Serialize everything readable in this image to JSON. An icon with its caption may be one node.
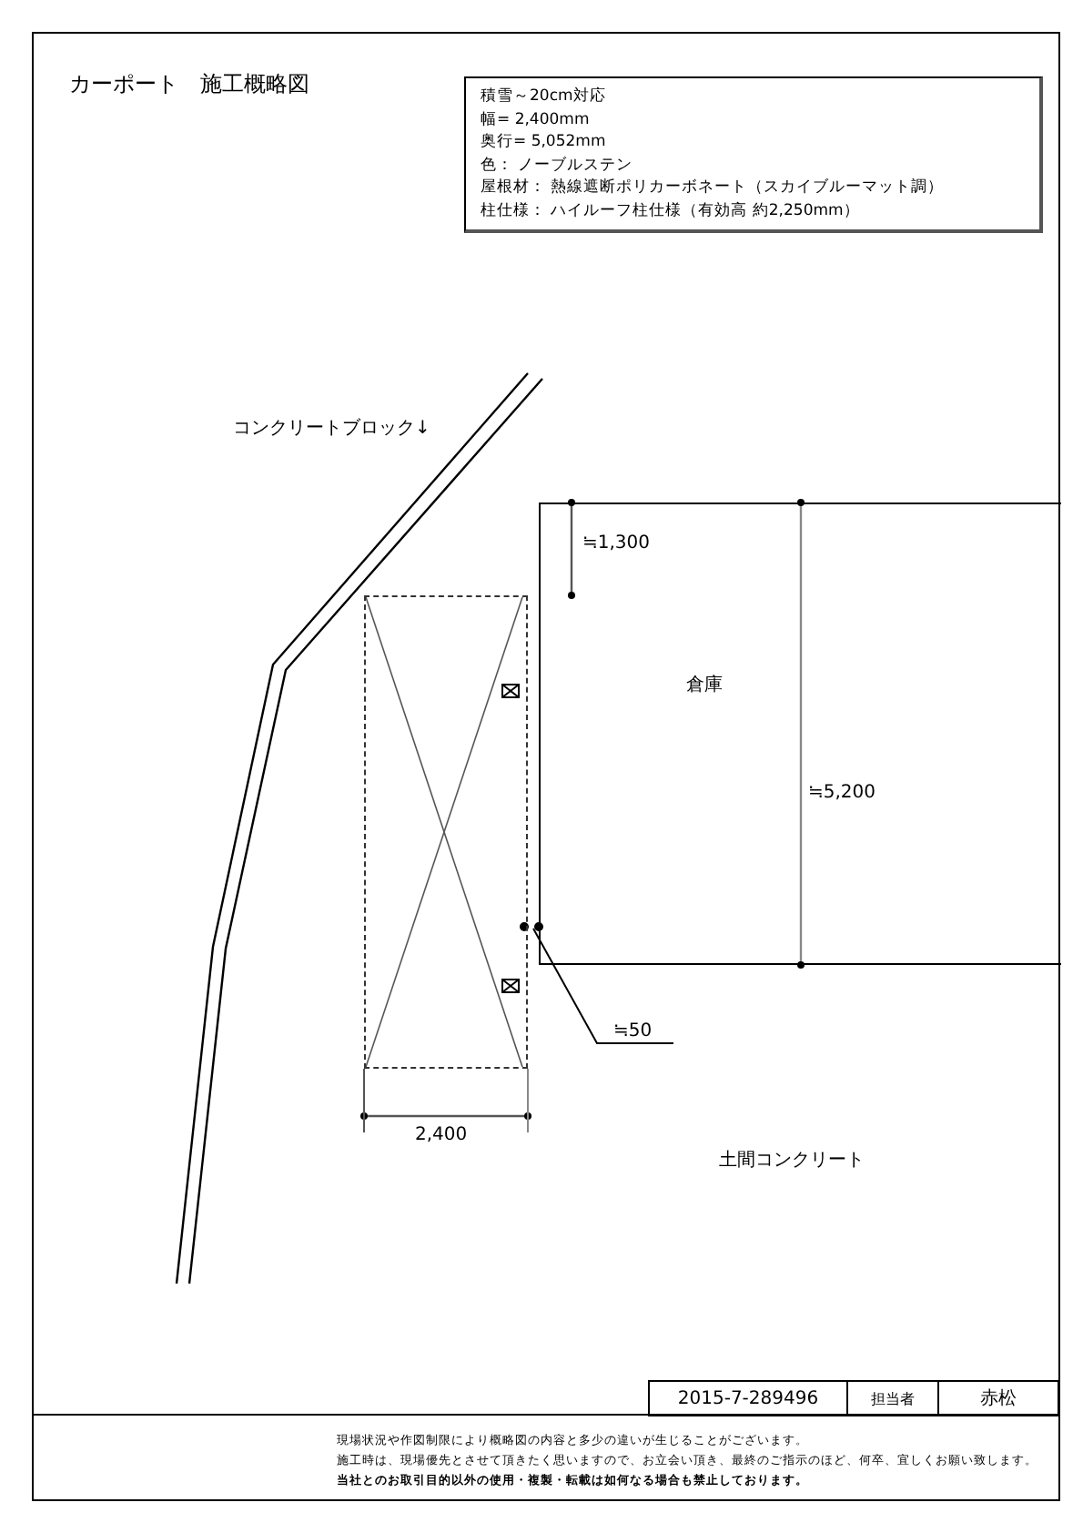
{
  "diagram": {
    "title": "カーポート　施工概略図",
    "nodes": [
      {
        "text": [
          "積雪～20cm対応",
          "幅= 2,400mm",
          "奥行= 5,052mm",
          "色： ノーブルステン",
          "屋根材： 熱線遮断ポリカーボネート（スカイブルーマット調）",
          "柱仕様： ハイルーフ柱仕様（有効高 約2,250mm）"
        ]
      },
      {
        "text": [
          "倉庫"
        ]
      },
      {
        "text": [],
        "shape": "box"
      }
    ],
    "labels": [
      "コンクリートブロック↓",
      "≒1,300",
      "≒5,200",
      "≒50",
      "2,400",
      "土間コンクリート",
      "2015-7-289496",
      "担当者",
      "赤松",
      "現場状況や作図制限により概略図の内容と多少の違いが生じることがございます。",
      "施工時は、現場優先とさせて頂きたく思いますので、お立会い頂き、最終のご指示のほど、何卒、宜しくお願い致します。",
      "当社とのお取引目的以外の使用・複製・転載は如何なる場合も禁止しております。"
    ]
  }
}
